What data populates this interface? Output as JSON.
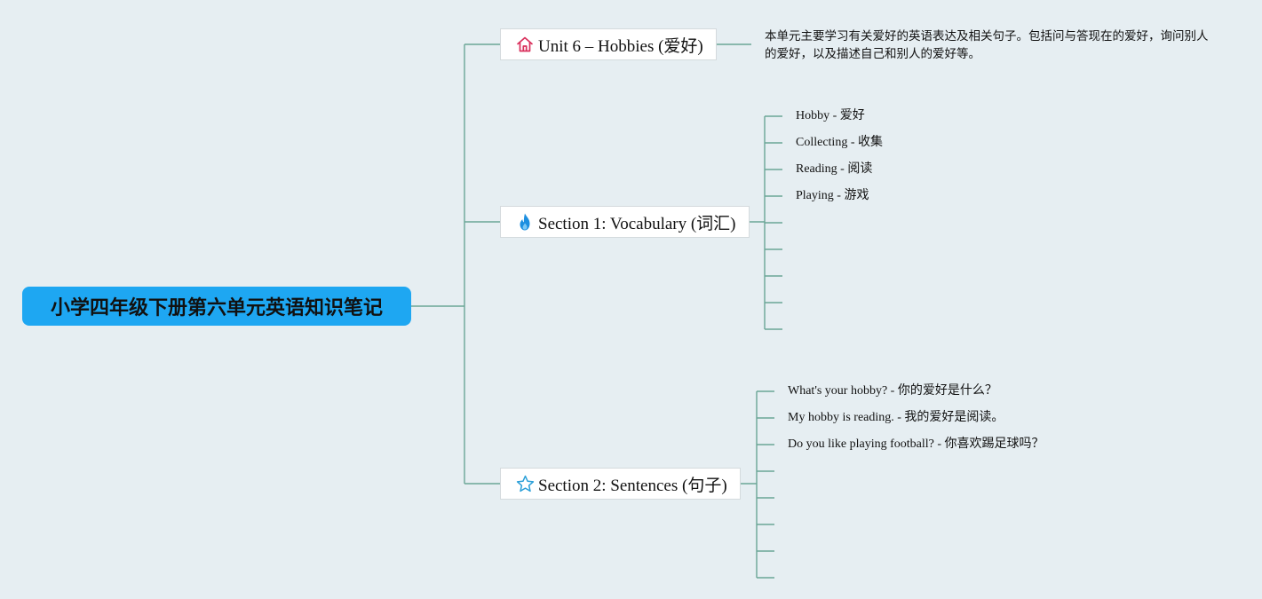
{
  "colors": {
    "background": "#e6eef2",
    "root_fill": "#1ea7f2",
    "connector": "#6aa596",
    "topic_border": "#d4dadd",
    "home_icon": "#d9305c",
    "fire_icon": "#1d8fe0",
    "star_icon": "#2a9fd8"
  },
  "root": {
    "title": "小学四年级下册第六单元英语知识笔记"
  },
  "topics": [
    {
      "label": "Unit 6 – Hobbies (爱好)",
      "icon": "home-icon",
      "description": "本单元主要学习有关爱好的英语表达及相关句子。包括问与答现在的爱好，询问别人的爱好，以及描述自己和别人的爱好等。"
    },
    {
      "label": "Section 1: Vocabulary (词汇)",
      "icon": "fire-icon",
      "items": [
        "Hobby - 爱好",
        "Collecting - 收集",
        "Reading - 阅读",
        "Playing - 游戏",
        "",
        "",
        "",
        "",
        ""
      ]
    },
    {
      "label": "Section 2: Sentences (句子)",
      "icon": "star-icon",
      "items": [
        "What's your hobby? - 你的爱好是什么？",
        "My hobby is reading. - 我的爱好是阅读。",
        "Do you like playing football? - 你喜欢踢足球吗？",
        "",
        "",
        "",
        "",
        ""
      ]
    }
  ]
}
